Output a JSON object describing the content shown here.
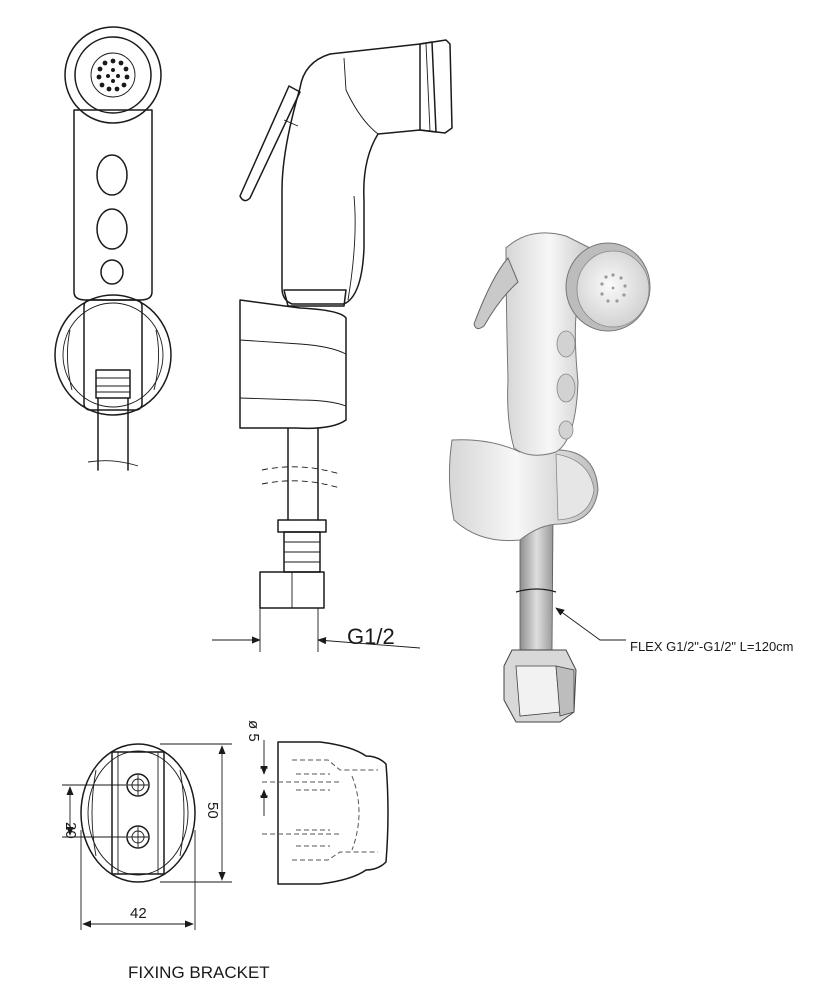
{
  "labels": {
    "thread_size": "G1/2",
    "hose_spec": "FLEX  G1/2\"-G1/2\" L=120cm",
    "hole_diameter": "ø 5",
    "hole_spacing": "20",
    "bracket_height": "50",
    "bracket_width": "42",
    "bracket_title": "FIXING BRACKET"
  },
  "colors": {
    "line": "#1a1a1a",
    "shade_light": "#f2f2f2",
    "shade_mid": "#c8c8c8",
    "shade_dark": "#8a8a8a"
  }
}
